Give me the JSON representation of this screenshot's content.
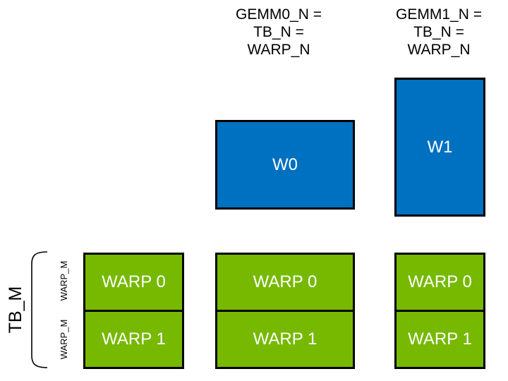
{
  "diagram": {
    "title_context": "warp tiling",
    "colors": {
      "warp_tile_blue": "#0070C0",
      "warp_row_green": "#76B900",
      "outline_black": "#000000",
      "label_white": "#ffffff"
    },
    "headers": [
      {
        "text": "GEMM0_N =\nTB_N =\nWARP_N"
      },
      {
        "text": "GEMM1_N =\nTB_N =\nWARP_N"
      }
    ],
    "gemm0_warp_tile": {
      "label": "W0"
    },
    "gemm1_warp_tile": {
      "label": "W1"
    },
    "left_axis": {
      "tb_label": "TB_M",
      "warp_row_labels": [
        "WARP_M",
        "WARP_M"
      ]
    },
    "warp_columns": [
      {
        "rows": [
          "WARP 0",
          "WARP 1"
        ]
      },
      {
        "rows": [
          "WARP 0",
          "WARP 1"
        ]
      },
      {
        "rows": [
          "WARP 0",
          "WARP 1"
        ]
      }
    ]
  }
}
